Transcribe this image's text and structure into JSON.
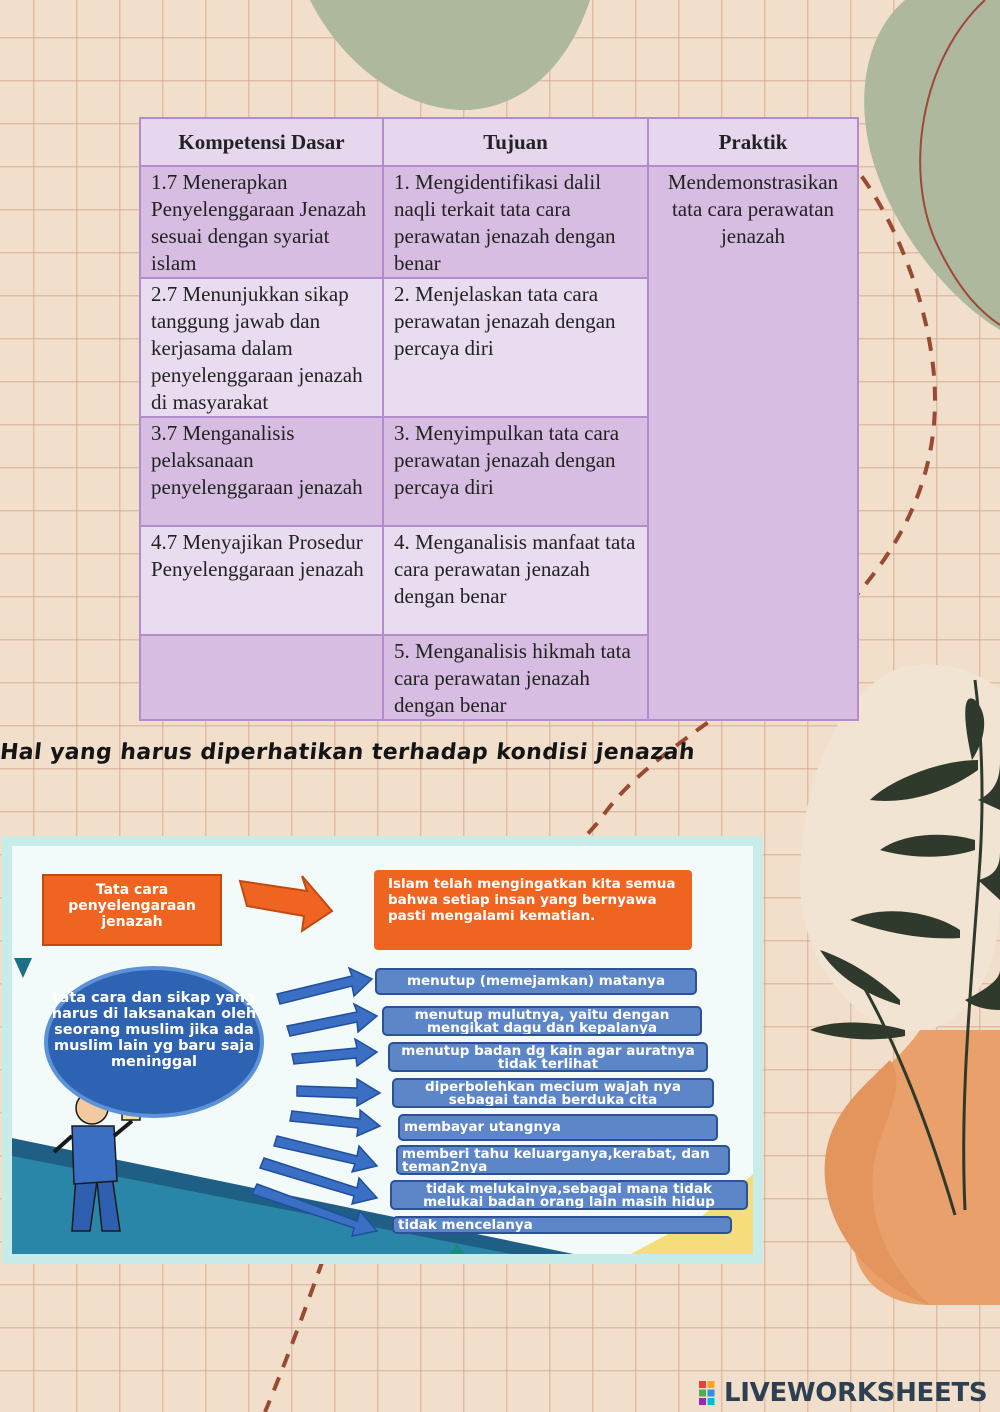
{
  "table": {
    "headers": [
      "Kompetensi Dasar",
      "Tujuan",
      "Praktik"
    ],
    "kompetensi": [
      "1.7 Menerapkan Penyelenggaraan Jenazah sesuai dengan syariat islam",
      "2.7 Menunjukkan sikap tanggung jawab dan kerjasama dalam penyelenggaraan jenazah di masyarakat",
      "3.7 Menganalisis pelaksanaan penyelenggaraan jenazah",
      "4.7 Menyajikan Prosedur Penyelenggaraan jenazah"
    ],
    "tujuan": [
      "1. Mengidentifikasi  dalil naqli terkait tata cara perawatan jenazah dengan benar",
      "2. Menjelaskan tata cara perawatan jenazah dengan percaya diri",
      "3. Menyimpulkan tata cara perawatan jenazah dengan percaya diri",
      "4. Menganalisis manfaat tata cara perawatan jenazah dengan benar",
      "5. Menganalisis hikmah tata cara perawatan jenazah dengan benar"
    ],
    "praktik": "Mendemonstrasikan tata cara perawatan jenazah"
  },
  "heading": "Hal yang harus diperhatikan terhadap kondisi jenazah",
  "slide": {
    "banner_left": "Tata cara penyelengaraan jenazah",
    "banner_right": "Islam telah mengingatkan kita semua bahwa setiap insan yang bernyawa pasti mengalami kematian.",
    "ellipse": "tata cara dan sikap yang harus di laksanakan oleh seorang muslim jika ada muslim lain yg baru saja meninggal",
    "items": [
      "menutup (memejamkan) matanya",
      "menutup mulutnya, yaitu dengan mengikat dagu dan kepalanya",
      "menutup badan dg kain agar auratnya tidak terlihat",
      "diperbolehkan mecium wajah nya sebagai tanda berduka cita",
      "membayar utangnya",
      "memberi tahu keluarganya,kerabat, dan teman2nya",
      "tidak melukainya,sebagai mana tidak melukai badan orang lain masih hidup",
      "tidak mencelanya"
    ]
  },
  "brand": "LIVEWORKSHEETS",
  "colors": {
    "background": "#f1dfcb",
    "table_fill": "#d8bfe2",
    "table_border": "#b38ccc",
    "orange": "#ef6420",
    "blue": "#2e63b3",
    "sage": "#adb89c",
    "dashed_line": "#9a4a32"
  }
}
